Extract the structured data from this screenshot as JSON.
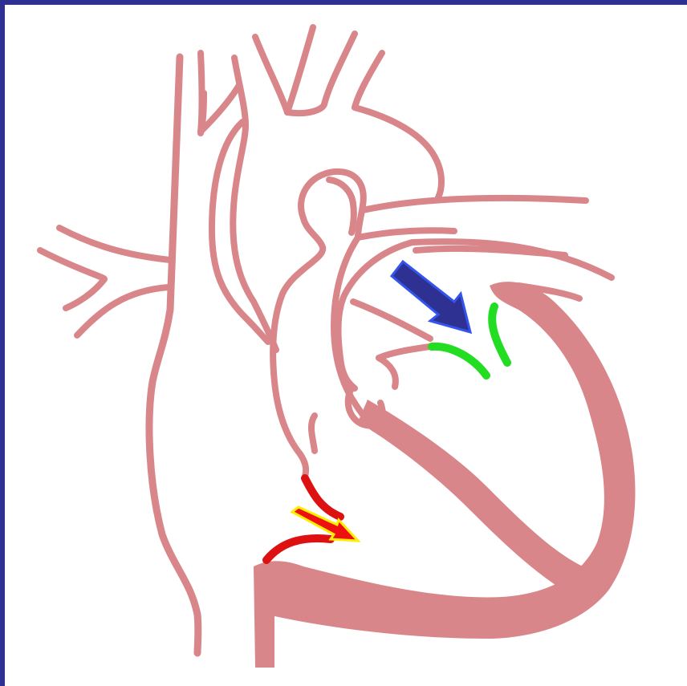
{
  "diagram": {
    "subject": "heart",
    "colors": {
      "frame": "#2e3192",
      "background": "#ffffff",
      "vessel": "#d9868a",
      "muscle": "#d9868a",
      "valve_highlight_green": "#22dd22",
      "valve_highlight_red": "#dd1111",
      "arrow_blue": "#2e3192",
      "arrow_blue_outline": "#3355ee",
      "arrow_red": "#ee1111",
      "arrow_red_outline": "#ffee00"
    },
    "arrows": [
      {
        "name": "blue-arrow",
        "direction": "down-right"
      },
      {
        "name": "red-arrow",
        "direction": "right"
      }
    ]
  }
}
